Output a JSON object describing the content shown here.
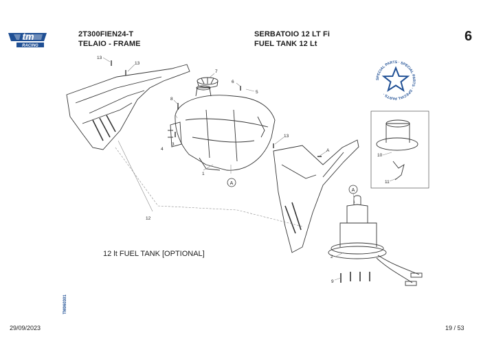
{
  "brand": {
    "logo_text": "tm",
    "logo_sub": "RACING",
    "brand_color": "#1f4f94"
  },
  "header": {
    "model_code": "2T300FIEN24-T",
    "group_it": "TELAIO - FRAME",
    "title_it": "SERBATOIO 12 LT Fi",
    "title_en": "FUEL TANK 12 Lt",
    "page_number": "6"
  },
  "stamp": {
    "text": "SPECIAL PARTS · SPECIAL PARTS · SPECIAL PARTS ·",
    "color": "#1f4f94"
  },
  "caption": "12 lt FUEL TANK [OPTIONAL]",
  "vertical_code": "TM060301",
  "footer": {
    "date": "29/09/2023",
    "page": "19 / 53"
  },
  "callouts": [
    "1",
    "2",
    "3",
    "4",
    "5",
    "6",
    "7",
    "8",
    "9",
    "10",
    "11",
    "12",
    "13",
    "13",
    "13",
    "A",
    "A"
  ]
}
